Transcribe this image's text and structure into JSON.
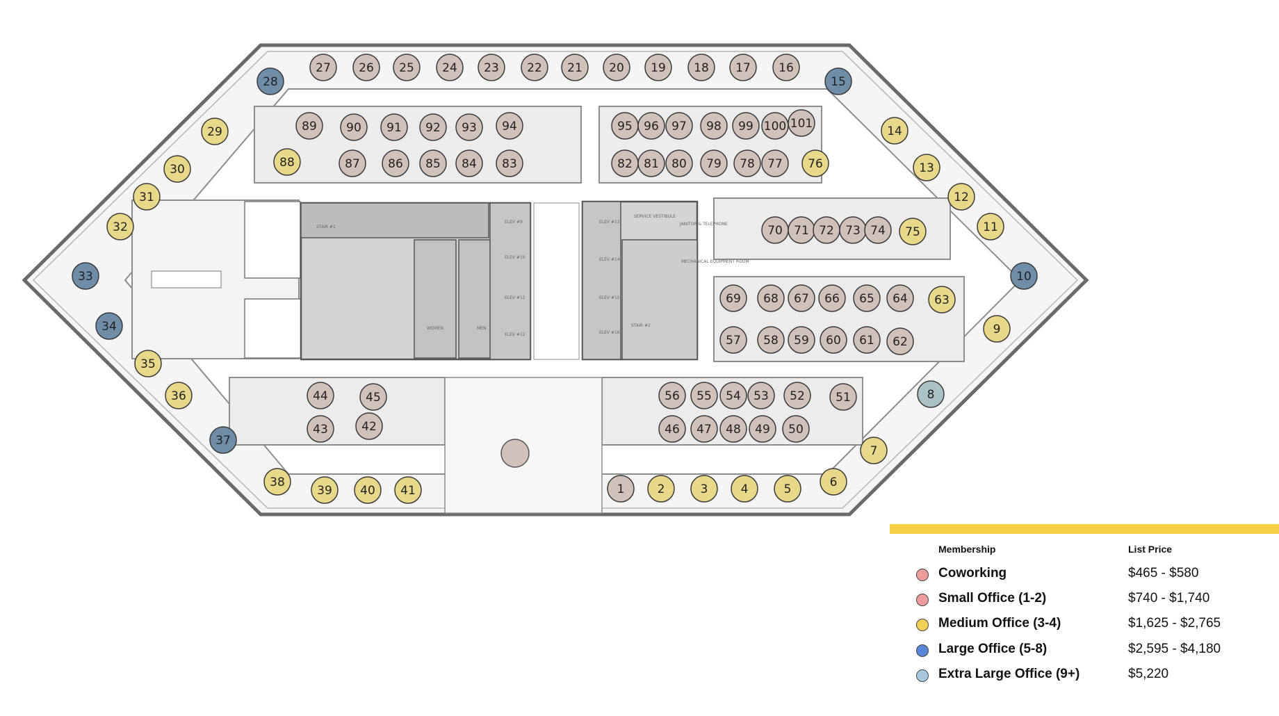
{
  "floor_plan": {
    "offices": [
      {
        "label": "1",
        "category": "small"
      },
      {
        "label": "2",
        "category": "medium"
      },
      {
        "label": "3",
        "category": "medium"
      },
      {
        "label": "4",
        "category": "medium"
      },
      {
        "label": "5",
        "category": "medium"
      },
      {
        "label": "6",
        "category": "medium"
      },
      {
        "label": "7",
        "category": "medium"
      },
      {
        "label": "8",
        "category": "large"
      },
      {
        "label": "9",
        "category": "medium"
      },
      {
        "label": "10",
        "category": "xl"
      },
      {
        "label": "11",
        "category": "medium"
      },
      {
        "label": "12",
        "category": "medium"
      },
      {
        "label": "13",
        "category": "medium"
      },
      {
        "label": "14",
        "category": "medium"
      },
      {
        "label": "15",
        "category": "xl"
      },
      {
        "label": "16",
        "category": "small"
      },
      {
        "label": "17",
        "category": "small"
      },
      {
        "label": "18",
        "category": "small"
      },
      {
        "label": "19",
        "category": "small"
      },
      {
        "label": "20",
        "category": "small"
      },
      {
        "label": "21",
        "category": "small"
      },
      {
        "label": "22",
        "category": "small"
      },
      {
        "label": "23",
        "category": "small"
      },
      {
        "label": "24",
        "category": "small"
      },
      {
        "label": "25",
        "category": "small"
      },
      {
        "label": "26",
        "category": "small"
      },
      {
        "label": "27",
        "category": "small"
      },
      {
        "label": "28",
        "category": "xl"
      },
      {
        "label": "29",
        "category": "medium"
      },
      {
        "label": "30",
        "category": "medium"
      },
      {
        "label": "31",
        "category": "medium"
      },
      {
        "label": "32",
        "category": "medium"
      },
      {
        "label": "33",
        "category": "xl"
      },
      {
        "label": "34",
        "category": "xl"
      },
      {
        "label": "35",
        "category": "medium"
      },
      {
        "label": "36",
        "category": "medium"
      },
      {
        "label": "37",
        "category": "xl"
      },
      {
        "label": "38",
        "category": "medium"
      },
      {
        "label": "39",
        "category": "medium"
      },
      {
        "label": "40",
        "category": "medium"
      },
      {
        "label": "41",
        "category": "medium"
      },
      {
        "label": "42",
        "category": "small"
      },
      {
        "label": "43",
        "category": "small"
      },
      {
        "label": "44",
        "category": "small"
      },
      {
        "label": "45",
        "category": "small"
      },
      {
        "label": "46",
        "category": "small"
      },
      {
        "label": "47",
        "category": "small"
      },
      {
        "label": "48",
        "category": "small"
      },
      {
        "label": "49",
        "category": "small"
      },
      {
        "label": "50",
        "category": "small"
      },
      {
        "label": "51",
        "category": "small"
      },
      {
        "label": "52",
        "category": "small"
      },
      {
        "label": "53",
        "category": "small"
      },
      {
        "label": "54",
        "category": "small"
      },
      {
        "label": "55",
        "category": "small"
      },
      {
        "label": "56",
        "category": "small"
      },
      {
        "label": "57",
        "category": "small"
      },
      {
        "label": "58",
        "category": "small"
      },
      {
        "label": "59",
        "category": "small"
      },
      {
        "label": "60",
        "category": "small"
      },
      {
        "label": "61",
        "category": "small"
      },
      {
        "label": "62",
        "category": "small"
      },
      {
        "label": "63",
        "category": "medium"
      },
      {
        "label": "64",
        "category": "small"
      },
      {
        "label": "65",
        "category": "small"
      },
      {
        "label": "66",
        "category": "small"
      },
      {
        "label": "67",
        "category": "small"
      },
      {
        "label": "68",
        "category": "small"
      },
      {
        "label": "69",
        "category": "small"
      },
      {
        "label": "70",
        "category": "small"
      },
      {
        "label": "71",
        "category": "small"
      },
      {
        "label": "72",
        "category": "small"
      },
      {
        "label": "73",
        "category": "small"
      },
      {
        "label": "74",
        "category": "small"
      },
      {
        "label": "75",
        "category": "medium"
      },
      {
        "label": "76",
        "category": "medium"
      },
      {
        "label": "77",
        "category": "small"
      },
      {
        "label": "78",
        "category": "small"
      },
      {
        "label": "79",
        "category": "small"
      },
      {
        "label": "80",
        "category": "small"
      },
      {
        "label": "81",
        "category": "small"
      },
      {
        "label": "82",
        "category": "small"
      },
      {
        "label": "83",
        "category": "small"
      },
      {
        "label": "84",
        "category": "small"
      },
      {
        "label": "85",
        "category": "small"
      },
      {
        "label": "86",
        "category": "small"
      },
      {
        "label": "87",
        "category": "small"
      },
      {
        "label": "88",
        "category": "medium"
      },
      {
        "label": "89",
        "category": "small"
      },
      {
        "label": "90",
        "category": "small"
      },
      {
        "label": "91",
        "category": "small"
      },
      {
        "label": "92",
        "category": "small"
      },
      {
        "label": "93",
        "category": "small"
      },
      {
        "label": "94",
        "category": "small"
      },
      {
        "label": "95",
        "category": "small"
      },
      {
        "label": "96",
        "category": "small"
      },
      {
        "label": "97",
        "category": "small"
      },
      {
        "label": "98",
        "category": "small"
      },
      {
        "label": "99",
        "category": "small"
      },
      {
        "label": "100",
        "category": "small"
      },
      {
        "label": "101",
        "category": "small"
      }
    ],
    "room_labels": [
      "STAIR #1",
      "ELEV #9",
      "ELEV #10",
      "ELEV #11",
      "ELEV #12",
      "ELEV #13",
      "ELEV #14",
      "ELEV #15",
      "ELEV #16",
      "SERVICE VESTIBULE",
      "JANITOR & TELEPHONE",
      "MECHANICAL EQUIPMENT ROOM",
      "STAIR #2",
      "WOMEN",
      "MEN"
    ],
    "colors": {
      "small": "#d1c1bb",
      "medium": "#e8d98a",
      "xl": "#6f8da6",
      "large": "#aac2c6",
      "wall": "#8a8a8a",
      "core": "#c8c8c8"
    }
  },
  "legend": {
    "header_membership": "Membership",
    "header_price": "List Price",
    "accent_color": "#f5cf45",
    "items": [
      {
        "name": "Coworking",
        "price": "$465 - $580",
        "color": "#ee9c9c"
      },
      {
        "name": "Small Office (1-2)",
        "price": "$740 - $1,740",
        "color": "#ee9c9c"
      },
      {
        "name": "Medium Office (3-4)",
        "price": "$1,625 - $2,765",
        "color": "#f2cf55"
      },
      {
        "name": "Large Office (5-8)",
        "price": "$2,595 - $4,180",
        "color": "#5a86d8"
      },
      {
        "name": "Extra Large Office (9+)",
        "price": "$5,220",
        "color": "#a8c8e2"
      }
    ]
  }
}
